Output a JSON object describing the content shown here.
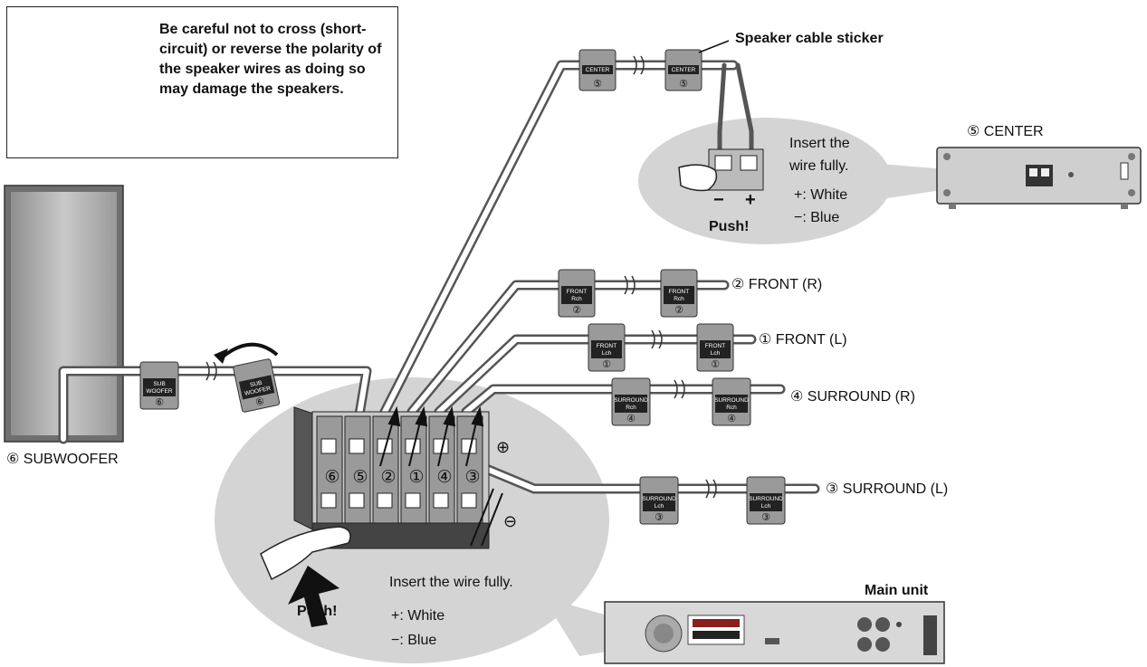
{
  "warning": {
    "text": "Be careful not to cross (short-circuit) or reverse the polarity of the speaker wires as doing so may damage the speakers."
  },
  "labels": {
    "sticker": "Speaker cable sticker",
    "center": "⑤ CENTER",
    "front_r": "② FRONT (R)",
    "front_l": "① FRONT (L)",
    "surround_r": "④ SURROUND (R)",
    "surround_l": "③ SURROUND (L)",
    "subwoofer": "⑥ SUBWOOFER",
    "main_unit": "Main unit",
    "plus_symbol": "⊕",
    "minus_symbol": "⊖"
  },
  "callout_center": {
    "line1": "Insert the",
    "line2": "wire fully.",
    "plus": "+: White",
    "minus": "−: Blue",
    "push": "Push!",
    "minus_sign": "−",
    "plus_sign": "+"
  },
  "callout_main": {
    "insert": "Insert the wire fully.",
    "plus": "+: White",
    "minus": "−: Blue",
    "push": "Push!"
  },
  "stickers": {
    "center": {
      "text": "CENTER",
      "num": "⑤"
    },
    "front_r": {
      "line1": "FRONT",
      "line2": "Rch",
      "num": "②"
    },
    "front_l": {
      "line1": "FRONT",
      "line2": "Lch",
      "num": "①"
    },
    "surround_r": {
      "line1": "SURROUND",
      "line2": "Rch",
      "num": "④"
    },
    "surround_l": {
      "line1": "SURROUND",
      "line2": "Lch",
      "num": "③"
    },
    "subwoofer": {
      "line1": "SUB",
      "line2": "WOOFER",
      "num": "⑥"
    }
  },
  "terminals": [
    "⑥",
    "⑤",
    "②",
    "①",
    "④",
    "③"
  ],
  "colors": {
    "cable_fill": "#ffffff",
    "cable_stroke": "#555555",
    "callout_fill": "#d4d4d4",
    "sticker_fill": "#9a9a9a",
    "sticker_band": "#222222"
  }
}
